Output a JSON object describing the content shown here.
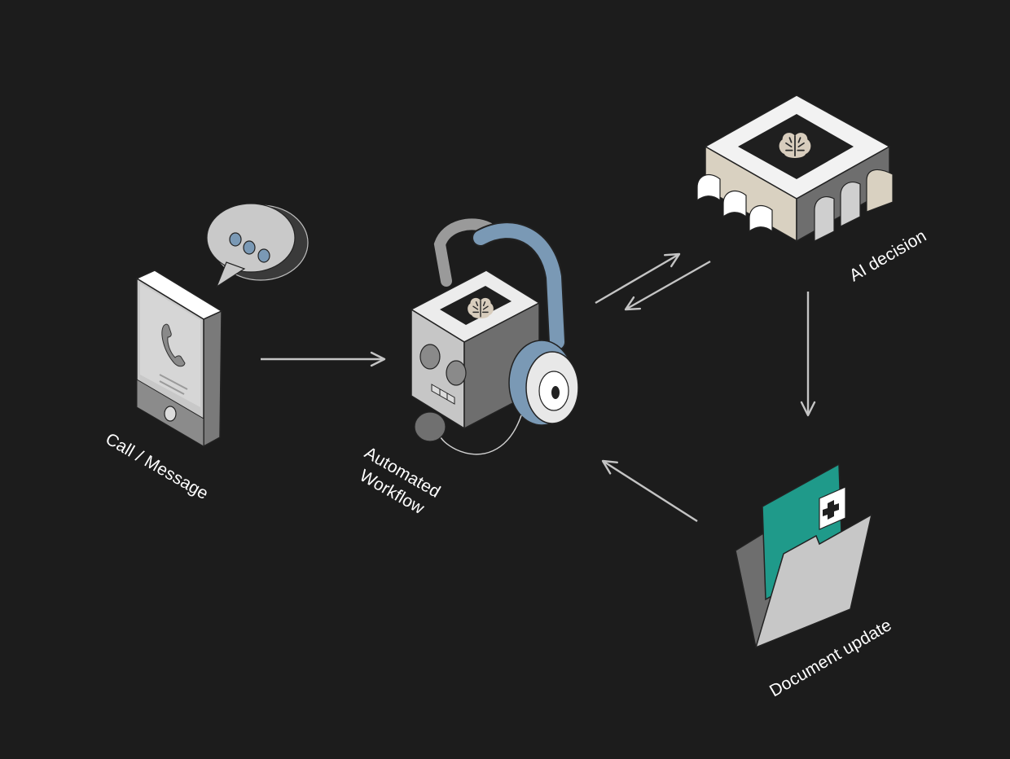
{
  "labels": {
    "call": "Call / Message",
    "workflow_line1": "Automated",
    "workflow_line2": "Workflow",
    "ai": "AI decision",
    "document": "Document update"
  },
  "icons": {
    "phone": "smartphone-icon",
    "chat": "speech-bubble-icon",
    "bot": "headset-robot-icon",
    "chip": "ai-chip-icon",
    "folder": "medical-folder-icon"
  },
  "colors": {
    "background": "#1c1c1c",
    "line": "#bdbdbd",
    "headset_blue": "#7a99b5",
    "folder_teal": "#1f9a8a",
    "chip_beige": "#d9d1c1"
  }
}
